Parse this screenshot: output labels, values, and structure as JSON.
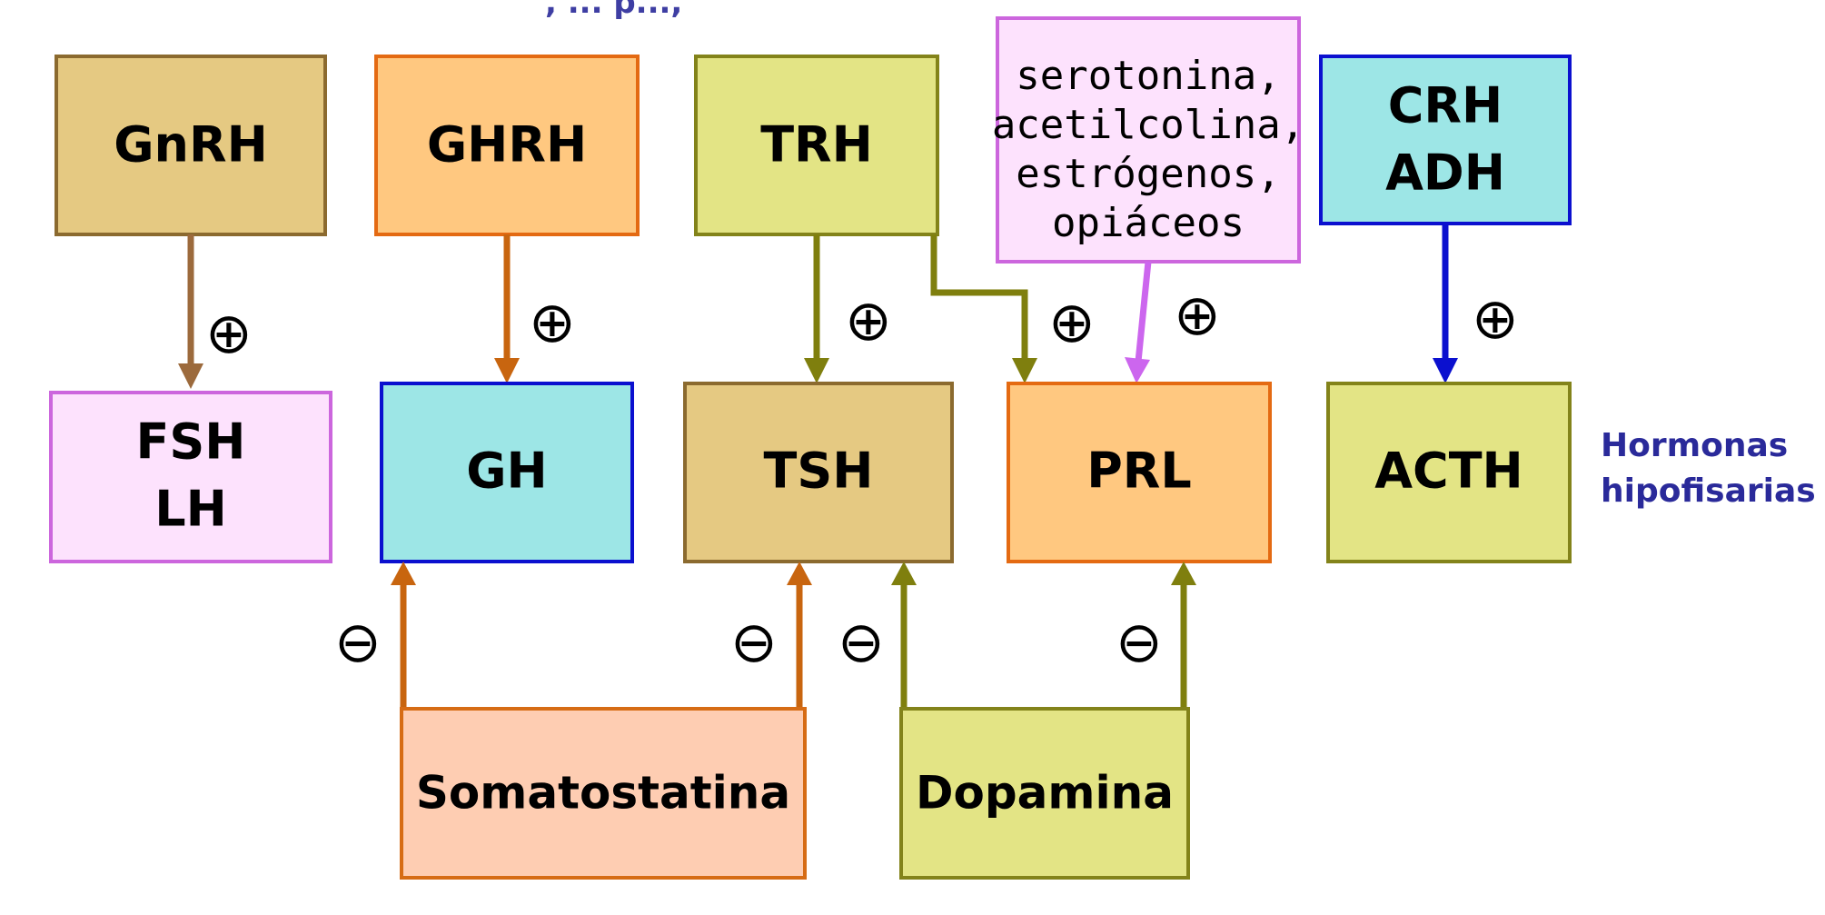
{
  "colors": {
    "brown_box": "#e5c982",
    "brown_border": "#8b6a2f",
    "brown_arrow": "#9c6a3c",
    "orange_box": "#ffc880",
    "orange_border": "#e46a12",
    "orange_arrow": "#c8650f",
    "green_box": "#e3e485",
    "green_border": "#83831a",
    "green_arrow": "#7f7f0e",
    "pink_box": "#fde2fd",
    "pink_border": "#cc66dd",
    "pink_arrow": "#cc66ee",
    "cyan_box": "#9de6e6",
    "blue_border": "#0b10cf",
    "blue_arrow": "#0b10cf",
    "salmon_box": "#fecdb2",
    "salmon_border": "#d66c15",
    "side_label": "#2a2a9a"
  },
  "top_fragment": ", ... p..., ",
  "boxes": {
    "gnrh": {
      "lines": [
        "GnRH"
      ]
    },
    "ghrh": {
      "lines": [
        "GHRH"
      ]
    },
    "trh": {
      "lines": [
        "TRH"
      ]
    },
    "stimulators": {
      "lines": [
        "serotonina,",
        "acetilcolina,",
        "estrógenos,",
        "opiáceos"
      ]
    },
    "crh_adh": {
      "lines": [
        "CRH",
        "ADH"
      ]
    },
    "fsh_lh": {
      "lines": [
        "FSH",
        "LH"
      ]
    },
    "gh": {
      "lines": [
        "GH"
      ]
    },
    "tsh": {
      "lines": [
        "TSH"
      ]
    },
    "prl": {
      "lines": [
        "PRL"
      ]
    },
    "acth": {
      "lines": [
        "ACTH"
      ]
    },
    "somatostatina": {
      "lines": [
        "Somatostatina"
      ]
    },
    "dopamina": {
      "lines": [
        "Dopamina"
      ]
    }
  },
  "signs": {
    "plus": "⊕",
    "minus": "⊖"
  },
  "side_label": {
    "line1": "Hormonas",
    "line2": "hipofisarias"
  }
}
